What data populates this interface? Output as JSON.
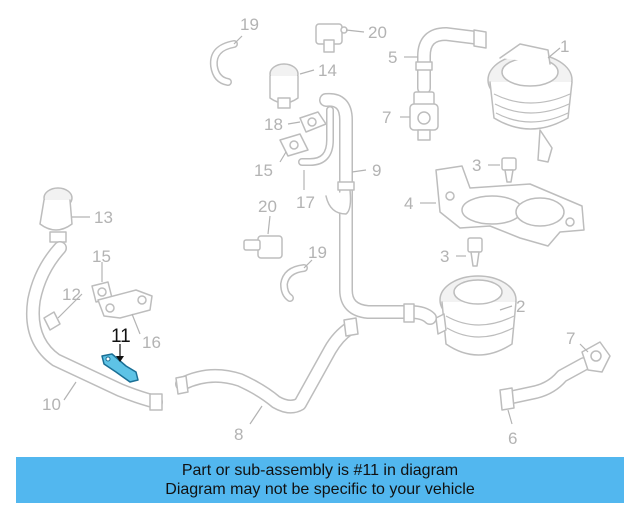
{
  "diagram": {
    "callouts": [
      {
        "id": "c1",
        "text": "1"
      },
      {
        "id": "c2",
        "text": "2"
      },
      {
        "id": "c3a",
        "text": "3"
      },
      {
        "id": "c3b",
        "text": "3"
      },
      {
        "id": "c4",
        "text": "4"
      },
      {
        "id": "c5",
        "text": "5"
      },
      {
        "id": "c6",
        "text": "6"
      },
      {
        "id": "c7a",
        "text": "7"
      },
      {
        "id": "c7b",
        "text": "7"
      },
      {
        "id": "c8",
        "text": "8"
      },
      {
        "id": "c9",
        "text": "9"
      },
      {
        "id": "c10",
        "text": "10"
      },
      {
        "id": "c11",
        "text": "11"
      },
      {
        "id": "c12",
        "text": "12"
      },
      {
        "id": "c13",
        "text": "13"
      },
      {
        "id": "c14",
        "text": "14"
      },
      {
        "id": "c15a",
        "text": "15"
      },
      {
        "id": "c15b",
        "text": "15"
      },
      {
        "id": "c16",
        "text": "16"
      },
      {
        "id": "c17",
        "text": "17"
      },
      {
        "id": "c18",
        "text": "18"
      },
      {
        "id": "c19a",
        "text": "19"
      },
      {
        "id": "c19b",
        "text": "19"
      },
      {
        "id": "c20a",
        "text": "20"
      },
      {
        "id": "c20b",
        "text": "20"
      }
    ],
    "highlighted_part": "11",
    "highlight_color": "#5ec3e6"
  },
  "banner": {
    "line1": "Part or sub-assembly is #11 in diagram",
    "line2": "Diagram may not be specific to your vehicle",
    "background": "#52b7ef"
  }
}
